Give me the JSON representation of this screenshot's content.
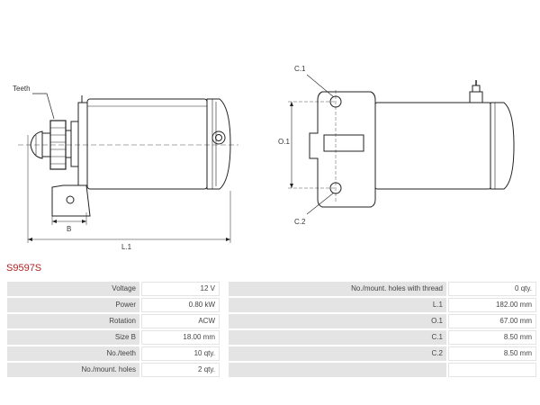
{
  "drawing": {
    "labels": {
      "teeth": "Teeth",
      "b": "B",
      "l1": "L.1",
      "c1": "C.1",
      "o1": "O.1",
      "c2": "C.2"
    }
  },
  "product": {
    "code": "S9597S"
  },
  "specs": {
    "left": [
      {
        "label": "Voltage",
        "value": "12 V"
      },
      {
        "label": "Power",
        "value": "0.80 kW"
      },
      {
        "label": "Rotation",
        "value": "ACW"
      },
      {
        "label": "Size B",
        "value": "18.00 mm"
      },
      {
        "label": "No./teeth",
        "value": "10 qty."
      },
      {
        "label": "No./mount. holes",
        "value": "2 qty."
      }
    ],
    "right": [
      {
        "label": "No./mount. holes with thread",
        "value": "0 qty."
      },
      {
        "label": "L.1",
        "value": "182.00 mm"
      },
      {
        "label": "O.1",
        "value": "67.00 mm"
      },
      {
        "label": "C.1",
        "value": "8.50 mm"
      },
      {
        "label": "C.2",
        "value": "8.50 mm"
      },
      {
        "label": "",
        "value": ""
      }
    ]
  }
}
